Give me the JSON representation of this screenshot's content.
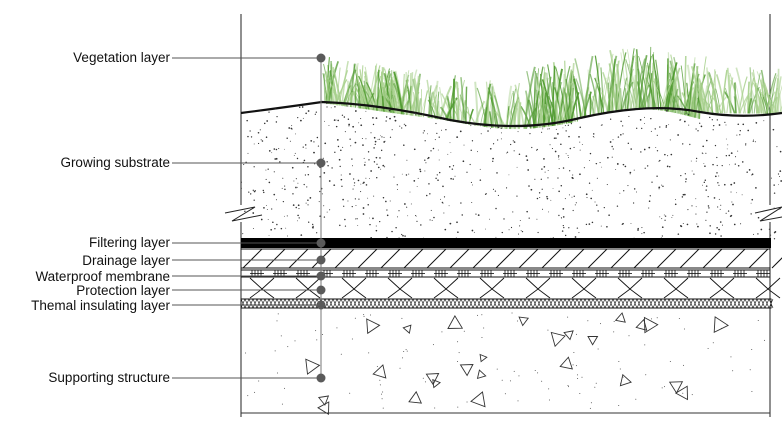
{
  "labels": [
    {
      "id": "vegetation",
      "text": "Vegetation layer"
    },
    {
      "id": "growing",
      "text": "Growing substrate"
    },
    {
      "id": "filtering",
      "text": "Filtering layer"
    },
    {
      "id": "drainage",
      "text": "Drainage layer"
    },
    {
      "id": "waterproof",
      "text": "Waterproof membrane"
    },
    {
      "id": "protection",
      "text": "Protection layer"
    },
    {
      "id": "insulating",
      "text": "Themal insulating layer"
    },
    {
      "id": "supporting",
      "text": "Supporting structure"
    }
  ],
  "colors": {
    "background": "#ffffff",
    "line": "#111111",
    "leader": "#555555",
    "dot": "#5a5a5a",
    "grass_light": "#a9d18e",
    "grass_dark": "#4f9a2f",
    "filter_band": "#000000"
  }
}
